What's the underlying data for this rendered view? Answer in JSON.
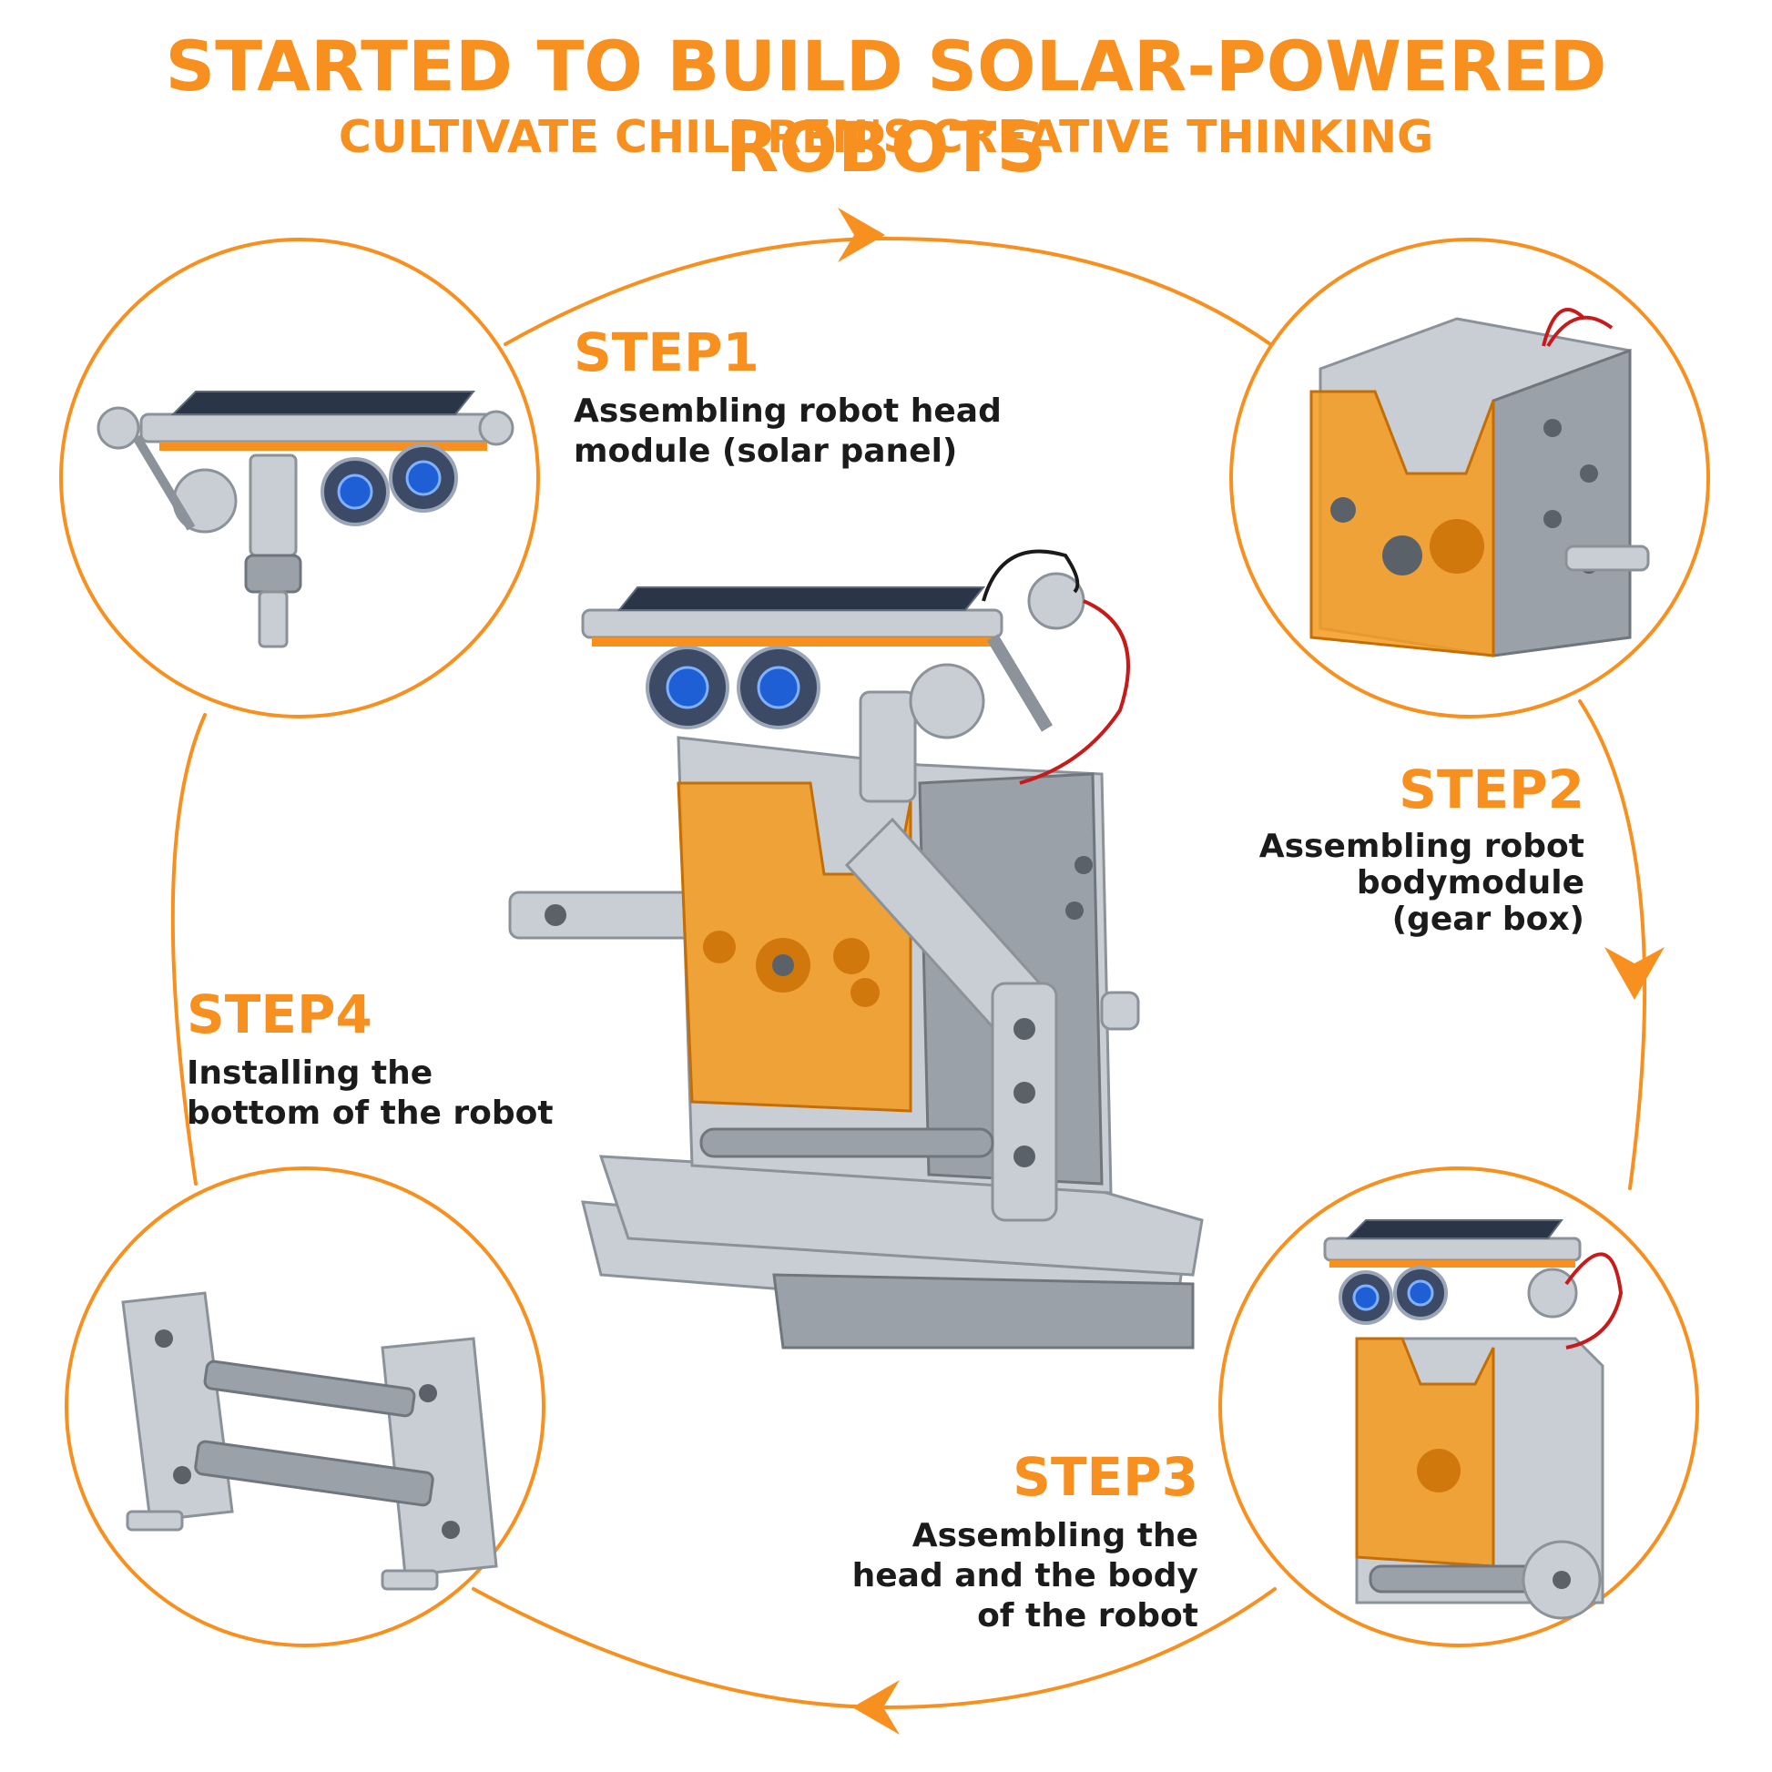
{
  "header": {
    "title": "STARTED TO BUILD SOLAR-POWERED ROBOTS",
    "subtitle": "CULTIVATE CHILDREN'S CREATIVE THINKING"
  },
  "steps": [
    {
      "title": "STEP1",
      "description": "Assembling robot head\nmodule (solar panel)"
    },
    {
      "title": "STEP2",
      "description": "Assembling robot\nbodymodule\n(gear box)"
    },
    {
      "title": "STEP3",
      "description": "Assembling the\nhead and the body\nof the robot"
    },
    {
      "title": "STEP4",
      "description": "Installing the\nbottom of the robot"
    }
  ],
  "colors": {
    "accent": "#f7901e",
    "text": "#1b1b1b",
    "amber_part": "#f59a1c",
    "metal_part": "#c9ced4"
  }
}
